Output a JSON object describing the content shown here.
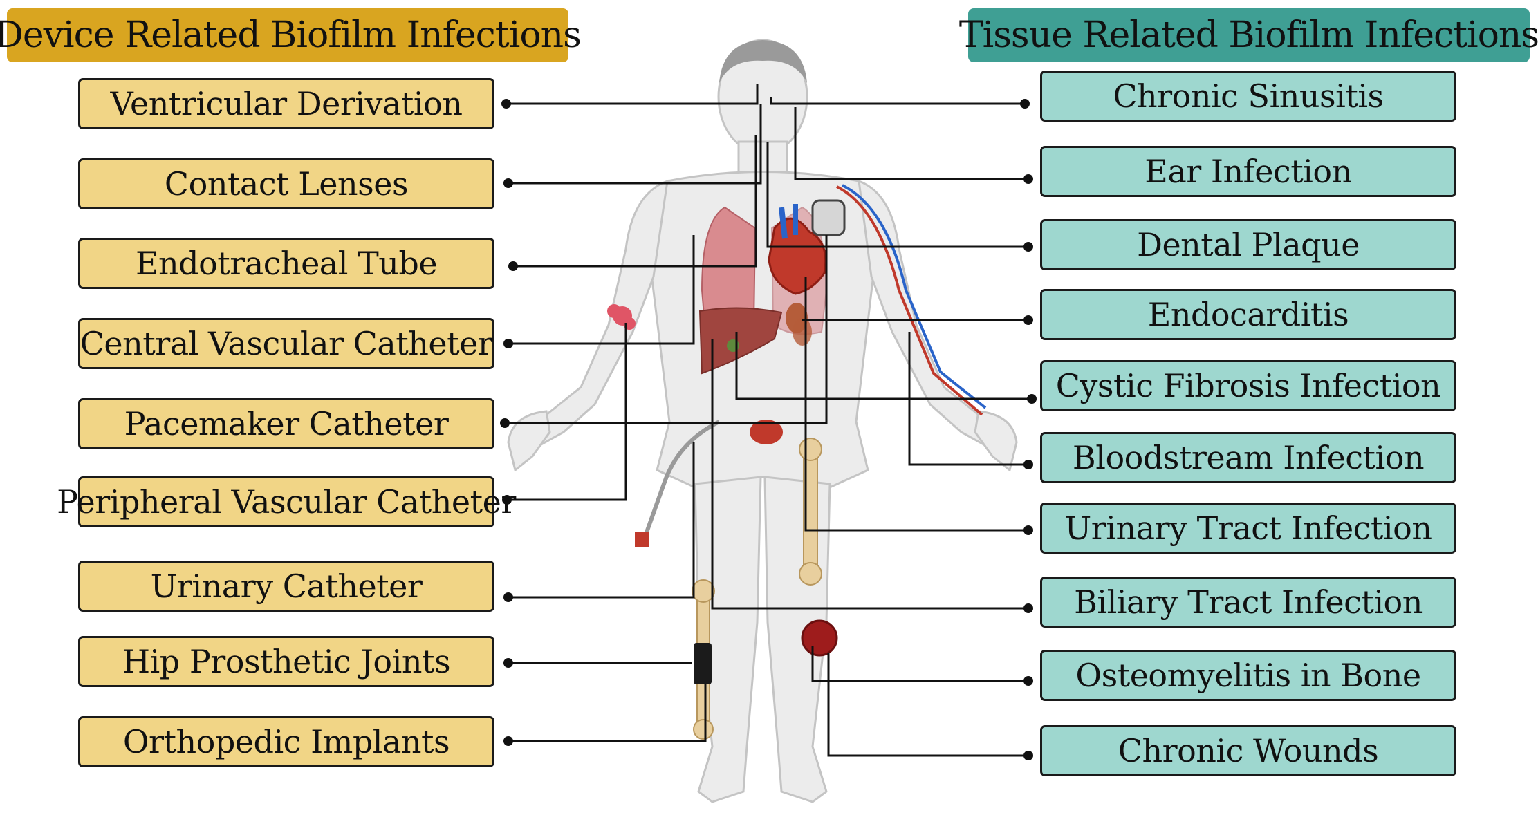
{
  "headers": {
    "device": "Device Related Biofilm Infections",
    "tissue": "Tissue Related Biofilm Infections"
  },
  "device_items": [
    "Ventricular Derivation",
    "Contact Lenses",
    "Endotracheal Tube",
    "Central Vascular Catheter",
    "Pacemaker Catheter",
    "Peripheral Vascular Catheter",
    "Urinary Catheter",
    "Hip Prosthetic Joints",
    "Orthopedic Implants"
  ],
  "tissue_items": [
    "Chronic Sinusitis",
    "Ear Infection",
    "Dental Plaque",
    "Endocarditis",
    "Cystic Fibrosis Infection",
    "Bloodstream Infection",
    "Urinary Tract Infection",
    "Biliary Tract Infection",
    "Osteomyelitis in Bone",
    "Chronic Wounds"
  ],
  "colors": {
    "device_header": "#d9a520",
    "device_box": "#f1d586",
    "tissue_header": "#3f9f94",
    "tissue_box": "#9ed7cf",
    "connector": "#111111"
  }
}
